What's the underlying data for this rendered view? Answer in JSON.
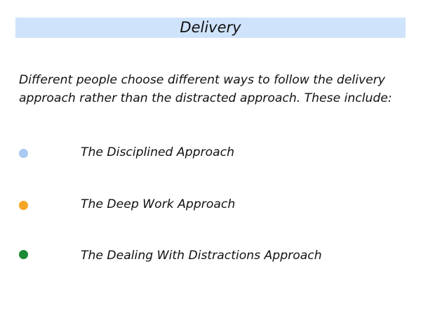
{
  "title": "Delivery",
  "intro": {
    "line1": "Different people choose different ways to follow the delivery",
    "line2": "approach rather than the distracted approach. These include:"
  },
  "items": [
    {
      "label": "The Disciplined Approach",
      "color": "#a9c9f2"
    },
    {
      "label": "The Deep Work Approach",
      "color": "#f5a623"
    },
    {
      "label": "The Dealing With Distractions Approach",
      "color": "#1a8a34"
    }
  ],
  "theme": {
    "title_bar_color": "#cfe3fb"
  }
}
